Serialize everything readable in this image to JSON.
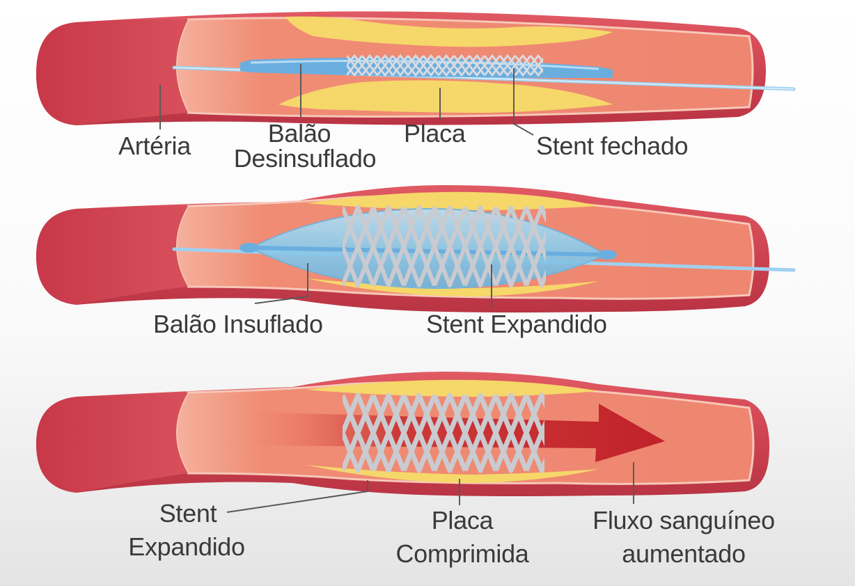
{
  "panels": [
    {
      "labels": {
        "artery": "Artéria",
        "balloon_line1": "Balão",
        "balloon_line2": "Desinsuflado",
        "plaque": "Placa",
        "stent": "Stent fechado"
      }
    },
    {
      "labels": {
        "balloon": "Balão Insuflado",
        "stent": "Stent Expandido"
      }
    },
    {
      "labels": {
        "stent_line1": "Stent",
        "stent_line2": "Expandido",
        "plaque_line1": "Placa",
        "plaque_line2": "Comprimida",
        "flow_line1": "Fluxo sanguíneo",
        "flow_line2": "aumentado"
      }
    }
  ],
  "colors": {
    "artery_wall": "#d24a56",
    "lumen": "#ef8a72",
    "plaque": "#f6d76a",
    "balloon": "#8fcbea",
    "catheter": "#6aaee0",
    "stent": "#c9cbd0",
    "flow_arrow": "#c4262e",
    "label": "#3a3a3a",
    "leader": "#5a5a5a"
  }
}
